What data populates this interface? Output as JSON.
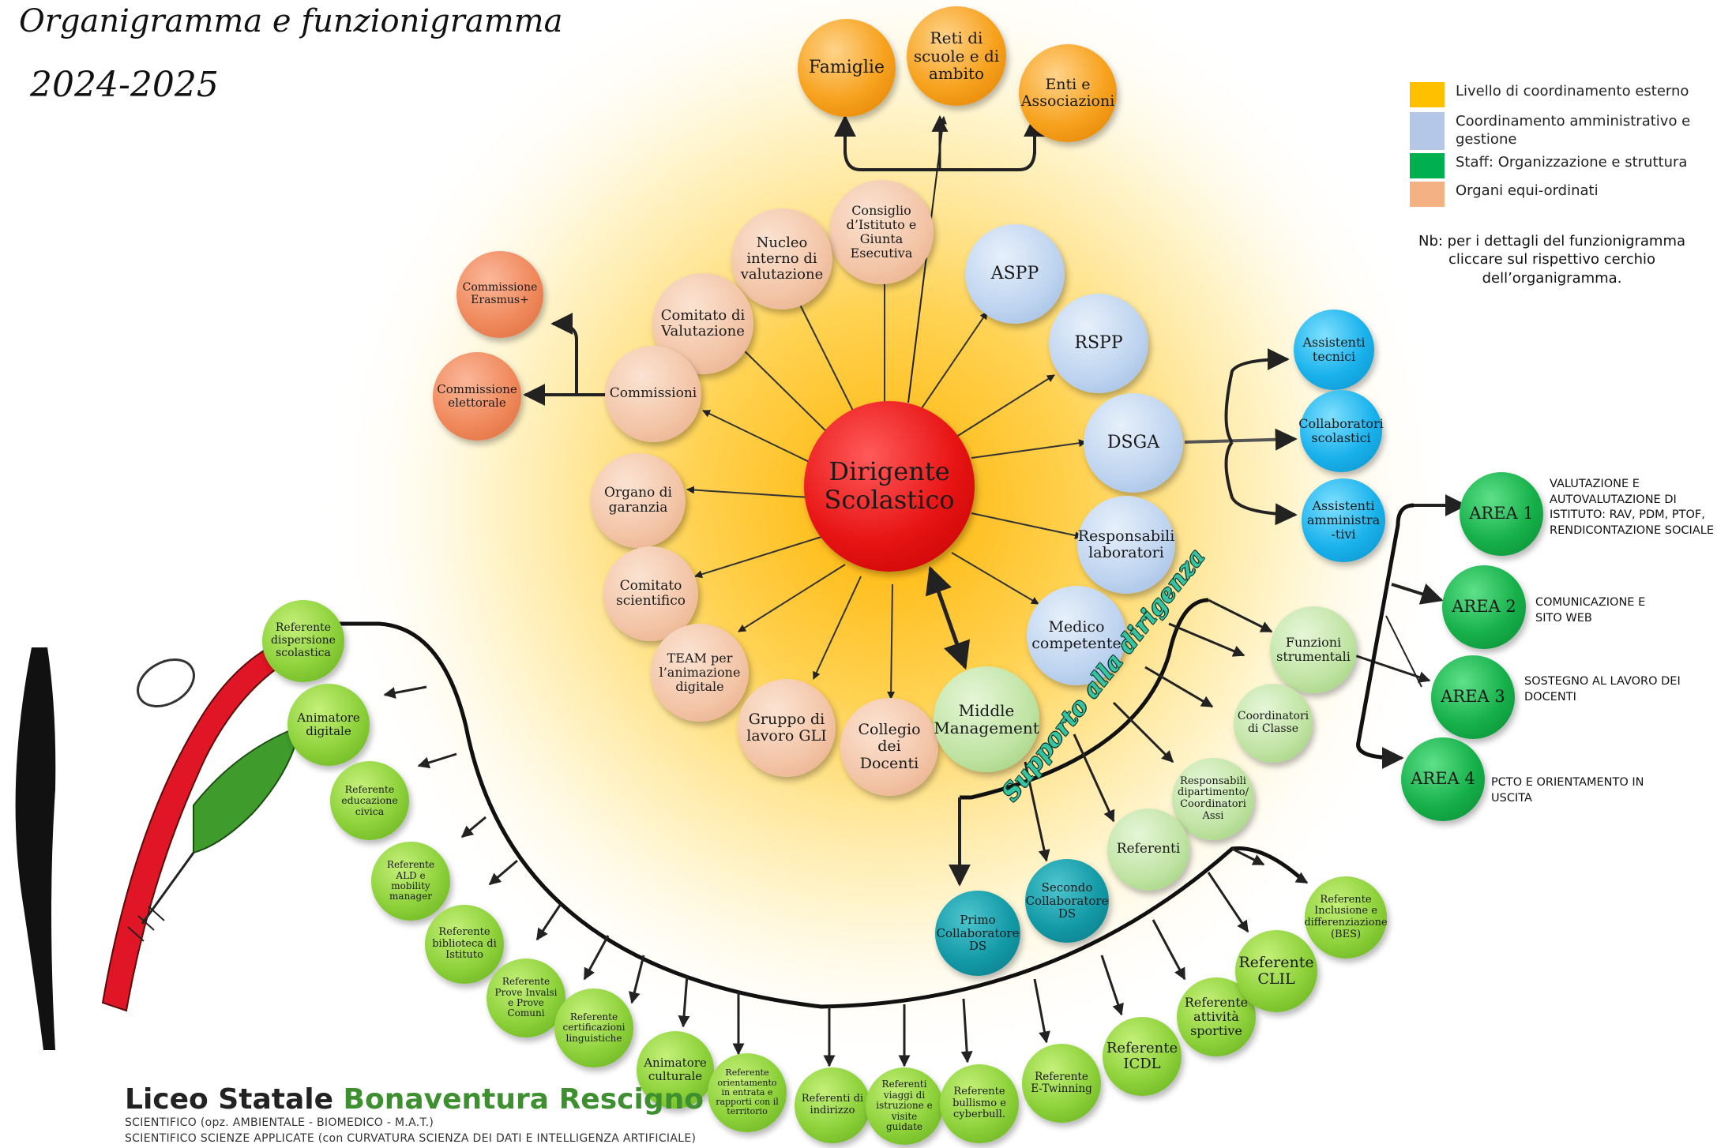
{
  "title": {
    "line1": "Organigramma e funzionigramma",
    "line2": "2024-2025"
  },
  "legend": [
    {
      "label": "Livello di coordinamento esterno",
      "color": "#ffc000"
    },
    {
      "label": "Coordinamento amministrativo e gestione",
      "color": "#b4c7e7"
    },
    {
      "label": "Staff: Organizzazione e struttura",
      "color": "#00b050"
    },
    {
      "label": "Organi equi-ordinati",
      "color": "#f4b183"
    }
  ],
  "note": "Nb: per i dettagli del funzionigramma cliccare sul rispettivo cerchio dell’organigramma.",
  "center": {
    "label": "Dirigente Scolastico"
  },
  "external": {
    "famiglie": "Famiglie",
    "reti": "Reti di scuole e di ambito",
    "enti": "Enti e Associazioni"
  },
  "organs": {
    "consiglio": "Consiglio d’Istituto e Giunta Esecutiva",
    "nucleo": "Nucleo interno di valutazione",
    "comitato_valutazione": "Comitato di Valutazione",
    "commissioni": "Commissioni",
    "organo_garanzia": "Organo di garanzia",
    "comitato_scientifico": "Comitato scientifico",
    "team_digitale": "TEAM per l’animazione digitale",
    "gli": "Gruppo di lavoro GLI",
    "collegio": "Collegio dei Docenti"
  },
  "commissions": {
    "erasmus": "Commissione Erasmus+",
    "elettorale": "Commissione elettorale"
  },
  "admin": {
    "aspp": "ASPP",
    "rspp": "RSPP",
    "dsga": "DSGA",
    "resp_lab": "Responsabili laboratori",
    "medico": "Medico competente"
  },
  "ata": {
    "tecnici": "Assistenti tecnici",
    "collaboratori": "Collaboratori scolastici",
    "amministrativi": "Assistenti amministra -tivi"
  },
  "middle": {
    "label": "Middle Management"
  },
  "support_label": "Supporto alla dirigenza",
  "staff": {
    "funzioni": "Funzioni strumentali",
    "coordinatori": "Coordinatori di Classe",
    "dipartimento": "Responsabili dipartimento/ Coordinatori Assi",
    "referenti": "Referenti",
    "secondo": "Secondo Collaboratore DS",
    "primo": "Primo Collaboratore DS"
  },
  "areas": [
    {
      "label": "AREA 1",
      "desc": "VALUTAZIONE E AUTOVALUTAZIONE DI ISTITUTO: RAV, PDM, PTOF, RENDICONTAZIONE SOCIALE"
    },
    {
      "label": "AREA 2",
      "desc": "COMUNICAZIONE E SITO WEB"
    },
    {
      "label": "AREA 3",
      "desc": "SOSTEGNO AL LAVORO DEI DOCENTI"
    },
    {
      "label": "AREA 4",
      "desc": "PCTO E ORIENTAMENTO IN USCITA"
    }
  ],
  "referents": [
    "Referente dispersione scolastica",
    "Animatore digitale",
    "Referente educazione civica",
    "Referente ALD e mobility manager",
    "Referente biblioteca di Istituto",
    "Referente Prove Invalsi e Prove Comuni",
    "Referente certificazioni linguistiche",
    "Animatore culturale",
    "Referente orientamento in entrata e rapporti con il territorio",
    "Referenti di indirizzo",
    "Referenti viaggi di istruzione e visite guidate",
    "Referente bullismo e cyberbull.",
    "Referente E-Twinning",
    "Referente ICDL",
    "Referente attività sportive",
    "Referente CLIL",
    "Referente Inclusione e differenziazione (BES)"
  ],
  "school": {
    "name_a": "Liceo Statale",
    "name_b": "Bonaventura Rescigno",
    "line1": "SCIENTIFICO (opz. AMBIENTALE - BIOMEDICO - M.A.T.)",
    "line2": "SCIENTIFICO SCIENZE APPLICATE (con CURVATURA SCIENZA DEI DATI E INTELLIGENZA ARTIFICIALE)"
  }
}
